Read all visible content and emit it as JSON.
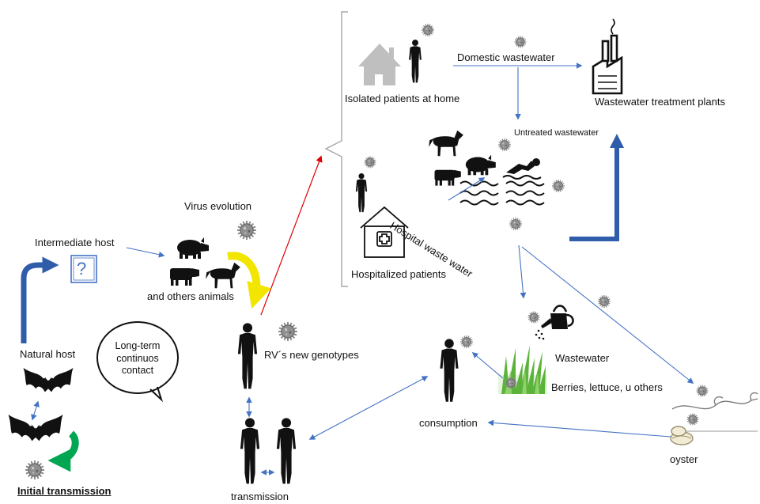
{
  "labels": {
    "domestic_wastewater": "Domestic wastewater",
    "isolated_patients": "Isolated patients at home",
    "wastewater_treatment": "Wastewater treatment plants",
    "untreated_wastewater": "Untreated wastewater",
    "hospital_waste_water": "Hospital waste water",
    "hospitalized_patients": "Hospitalized patients",
    "virus_evolution": "Virus evolution",
    "intermediate_host": "Intermediate host",
    "others_animals": "and others animals",
    "natural_host": "Natural host",
    "long_term_contact": "Long-term\ncontinuos\ncontact",
    "new_genotypes": "RV´s new genotypes",
    "wastewater": "Wastewater",
    "berries": "Berries, lettuce, u others",
    "consumption": "consumption",
    "transmission": "transmission",
    "oyster": "oyster",
    "initial_transmission": "Initial transmission",
    "question_mark": "?"
  },
  "colors": {
    "flow_arrow": "#4472c4",
    "evolution_arrow": "#e00000",
    "yellow_arrow": "#f2e600",
    "green_arrow": "#00a651",
    "thick_arrow": "#2f5daa",
    "virus": "#8a8a8a",
    "silhouette": "#111111",
    "house": "#bfbfbf"
  }
}
